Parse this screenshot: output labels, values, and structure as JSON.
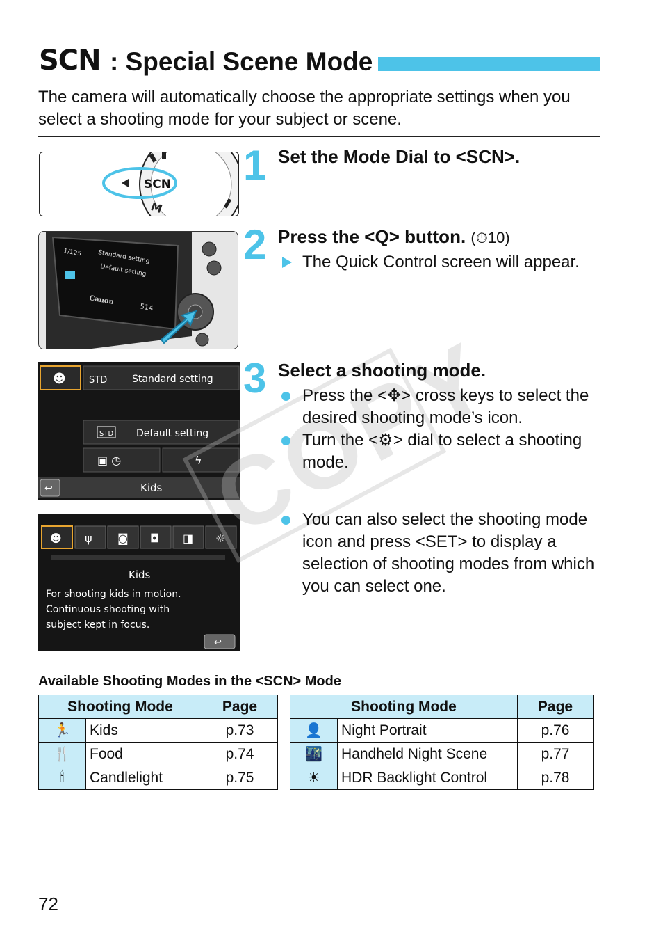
{
  "heading": {
    "scn": "SCN",
    "title": ": Special Scene Mode"
  },
  "intro": "The camera will automatically choose the appropriate settings when you select a shooting mode for your subject or scene.",
  "steps": [
    {
      "num": "1",
      "title": "Set the Mode Dial to <SCN>."
    },
    {
      "num": "2",
      "title": "Press the <Q> button.",
      "ref": "(⏱10)",
      "arrow_text": "The Quick Control screen will appear."
    },
    {
      "num": "3",
      "title": "Select a shooting mode.",
      "bullets": [
        "Press the <✥> cross keys to select the desired shooting mode’s icon.",
        "Turn the <⚙> dial to select a shooting mode."
      ],
      "extra": "You can also select the shooting mode icon and press <SET> to display a selection of shooting modes from which you can select one."
    }
  ],
  "dial_labels": {
    "scn": "SCN",
    "m": "M"
  },
  "camera_screen": {
    "line1": "Standard setting",
    "line2": "Default setting",
    "shutter": "1/125",
    "brand": "Canon",
    "shots": "514"
  },
  "screen1": {
    "std_label": "Standard setting",
    "default_label": "Default setting",
    "std_icon": "STD",
    "mode_name": "Kids"
  },
  "screen2": {
    "mode_name": "Kids",
    "desc1": "For shooting kids in motion.",
    "desc2": "Continuous shooting with",
    "desc3": "subject kept in focus."
  },
  "watermark": "COPY",
  "table_caption": "Available Shooting Modes in the <SCN> Mode",
  "table_headers": {
    "mode": "Shooting Mode",
    "page": "Page"
  },
  "table_left": [
    {
      "icon": "🏃",
      "name": "Kids",
      "page": "p.73"
    },
    {
      "icon": "🍴",
      "name": "Food",
      "page": "p.74"
    },
    {
      "icon": "🕯",
      "name": "Candlelight",
      "page": "p.75"
    }
  ],
  "table_right": [
    {
      "icon": "👤",
      "name": "Night Portrait",
      "page": "p.76"
    },
    {
      "icon": "🌃",
      "name": "Handheld Night Scene",
      "page": "p.77"
    },
    {
      "icon": "☀",
      "name": "HDR Backlight Control",
      "page": "p.78"
    }
  ],
  "page_number": "72",
  "colors": {
    "accent": "#4dc3e8",
    "table_header": "#c8ecf8"
  }
}
